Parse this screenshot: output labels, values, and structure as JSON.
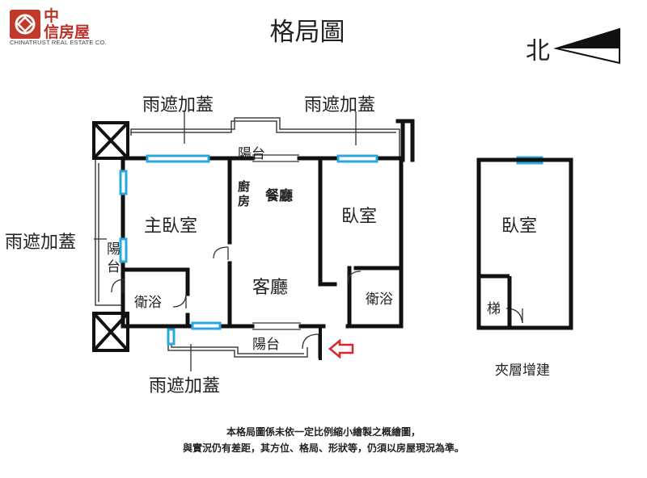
{
  "brand": {
    "name_cn": "中信房屋",
    "name_line1": "中",
    "name_line2": "信房屋",
    "name_en": "CHINATRUST REAL ESTATE CO.",
    "color": "#c0392b"
  },
  "title": "格局圖",
  "north_label": "北",
  "rooms": {
    "master_bedroom": "主臥室",
    "kitchen": "廚房",
    "dining": "餐廳",
    "bedroom_right": "臥室",
    "living": "客廳",
    "bath_left": "衛浴",
    "bath_right": "衛浴",
    "balcony_top": "陽台",
    "balcony_bottom": "陽台",
    "balcony_left": "陽台",
    "loft_bedroom": "臥室",
    "stairs": "梯"
  },
  "canopy_labels": {
    "top_left": "雨遮加蓋",
    "top_right": "雨遮加蓋",
    "left": "雨遮加蓋",
    "bottom": "雨遮加蓋"
  },
  "loft_caption": "夾層增建",
  "disclaimer": {
    "line1": "本格局圖係未依一定比例縮小繪製之概繪圖，",
    "line2": "與實況仍有差距，其方位、格局、形狀等，仍須以房屋現況為準。"
  },
  "colors": {
    "window": "#29a8e0",
    "entrance_arrow": "#d9262a",
    "wall": "#111111"
  }
}
